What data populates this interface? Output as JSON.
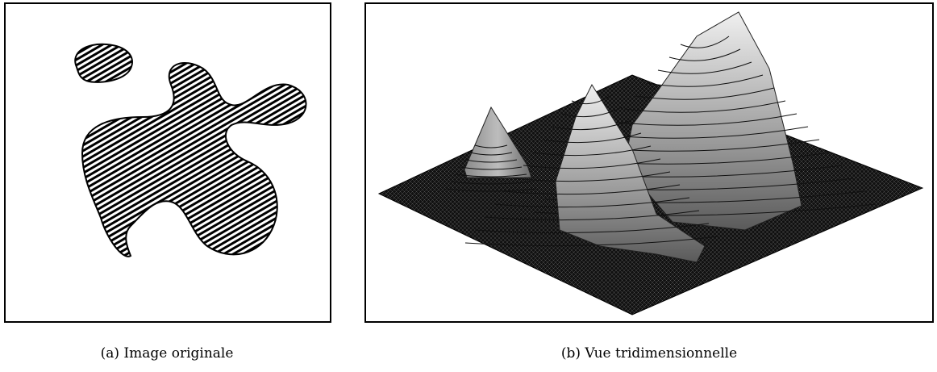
{
  "figures": [
    {
      "id": "a",
      "caption": "(a) Image originale"
    },
    {
      "id": "b",
      "caption": "(b) Vue tridimensionnelle"
    }
  ]
}
